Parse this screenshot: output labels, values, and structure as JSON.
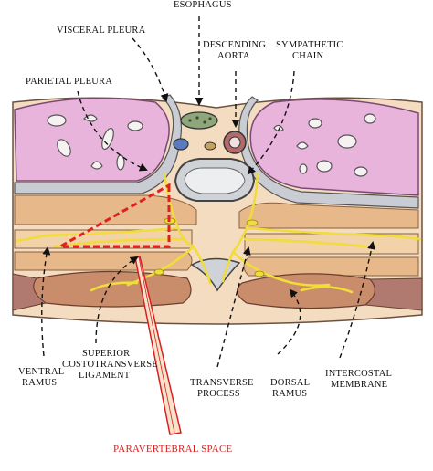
{
  "labels": {
    "esophagus": "ESOPHAGUS",
    "visceral_pleura": "VISCERAL PLEURA",
    "descending_aorta_1": "DESCENDING",
    "descending_aorta_2": "AORTA",
    "sympathetic_chain_1": "SYMPATHETIC",
    "sympathetic_chain_2": "CHAIN",
    "parietal_pleura": "PARIETAL PLEURA",
    "ventral_ramus_1": "VENTRAL",
    "ventral_ramus_2": "RAMUS",
    "sup_costo_1": "SUPERIOR",
    "sup_costo_2": "COSTOTRANSVERSE",
    "sup_costo_3": "LIGAMENT",
    "transverse_process_1": "TRANSVERSE",
    "transverse_process_2": "PROCESS",
    "dorsal_ramus_1": "DORSAL",
    "dorsal_ramus_2": "RAMUS",
    "intercostal_membrane_1": "INTERCOSTAL",
    "intercostal_membrane_2": "MEMBRANE",
    "paravertebral_space": "PARAVERTEBRAL SPACE"
  },
  "colors": {
    "lung": "#e8b4dc",
    "lung_edge": "#8a5a86",
    "pleura": "#c9ccd2",
    "muscle_light": "#f2d2a8",
    "muscle_band": "#e6b88a",
    "muscle_dark": "#c98d6b",
    "rib": "#b07a70",
    "nerve": "#f0dc3a",
    "highlight": "#e02020",
    "bone": "#cfd2d6",
    "aorta": "#b36a6a",
    "esophagus": "#8fa67a",
    "vein": "#5a7ac0"
  }
}
